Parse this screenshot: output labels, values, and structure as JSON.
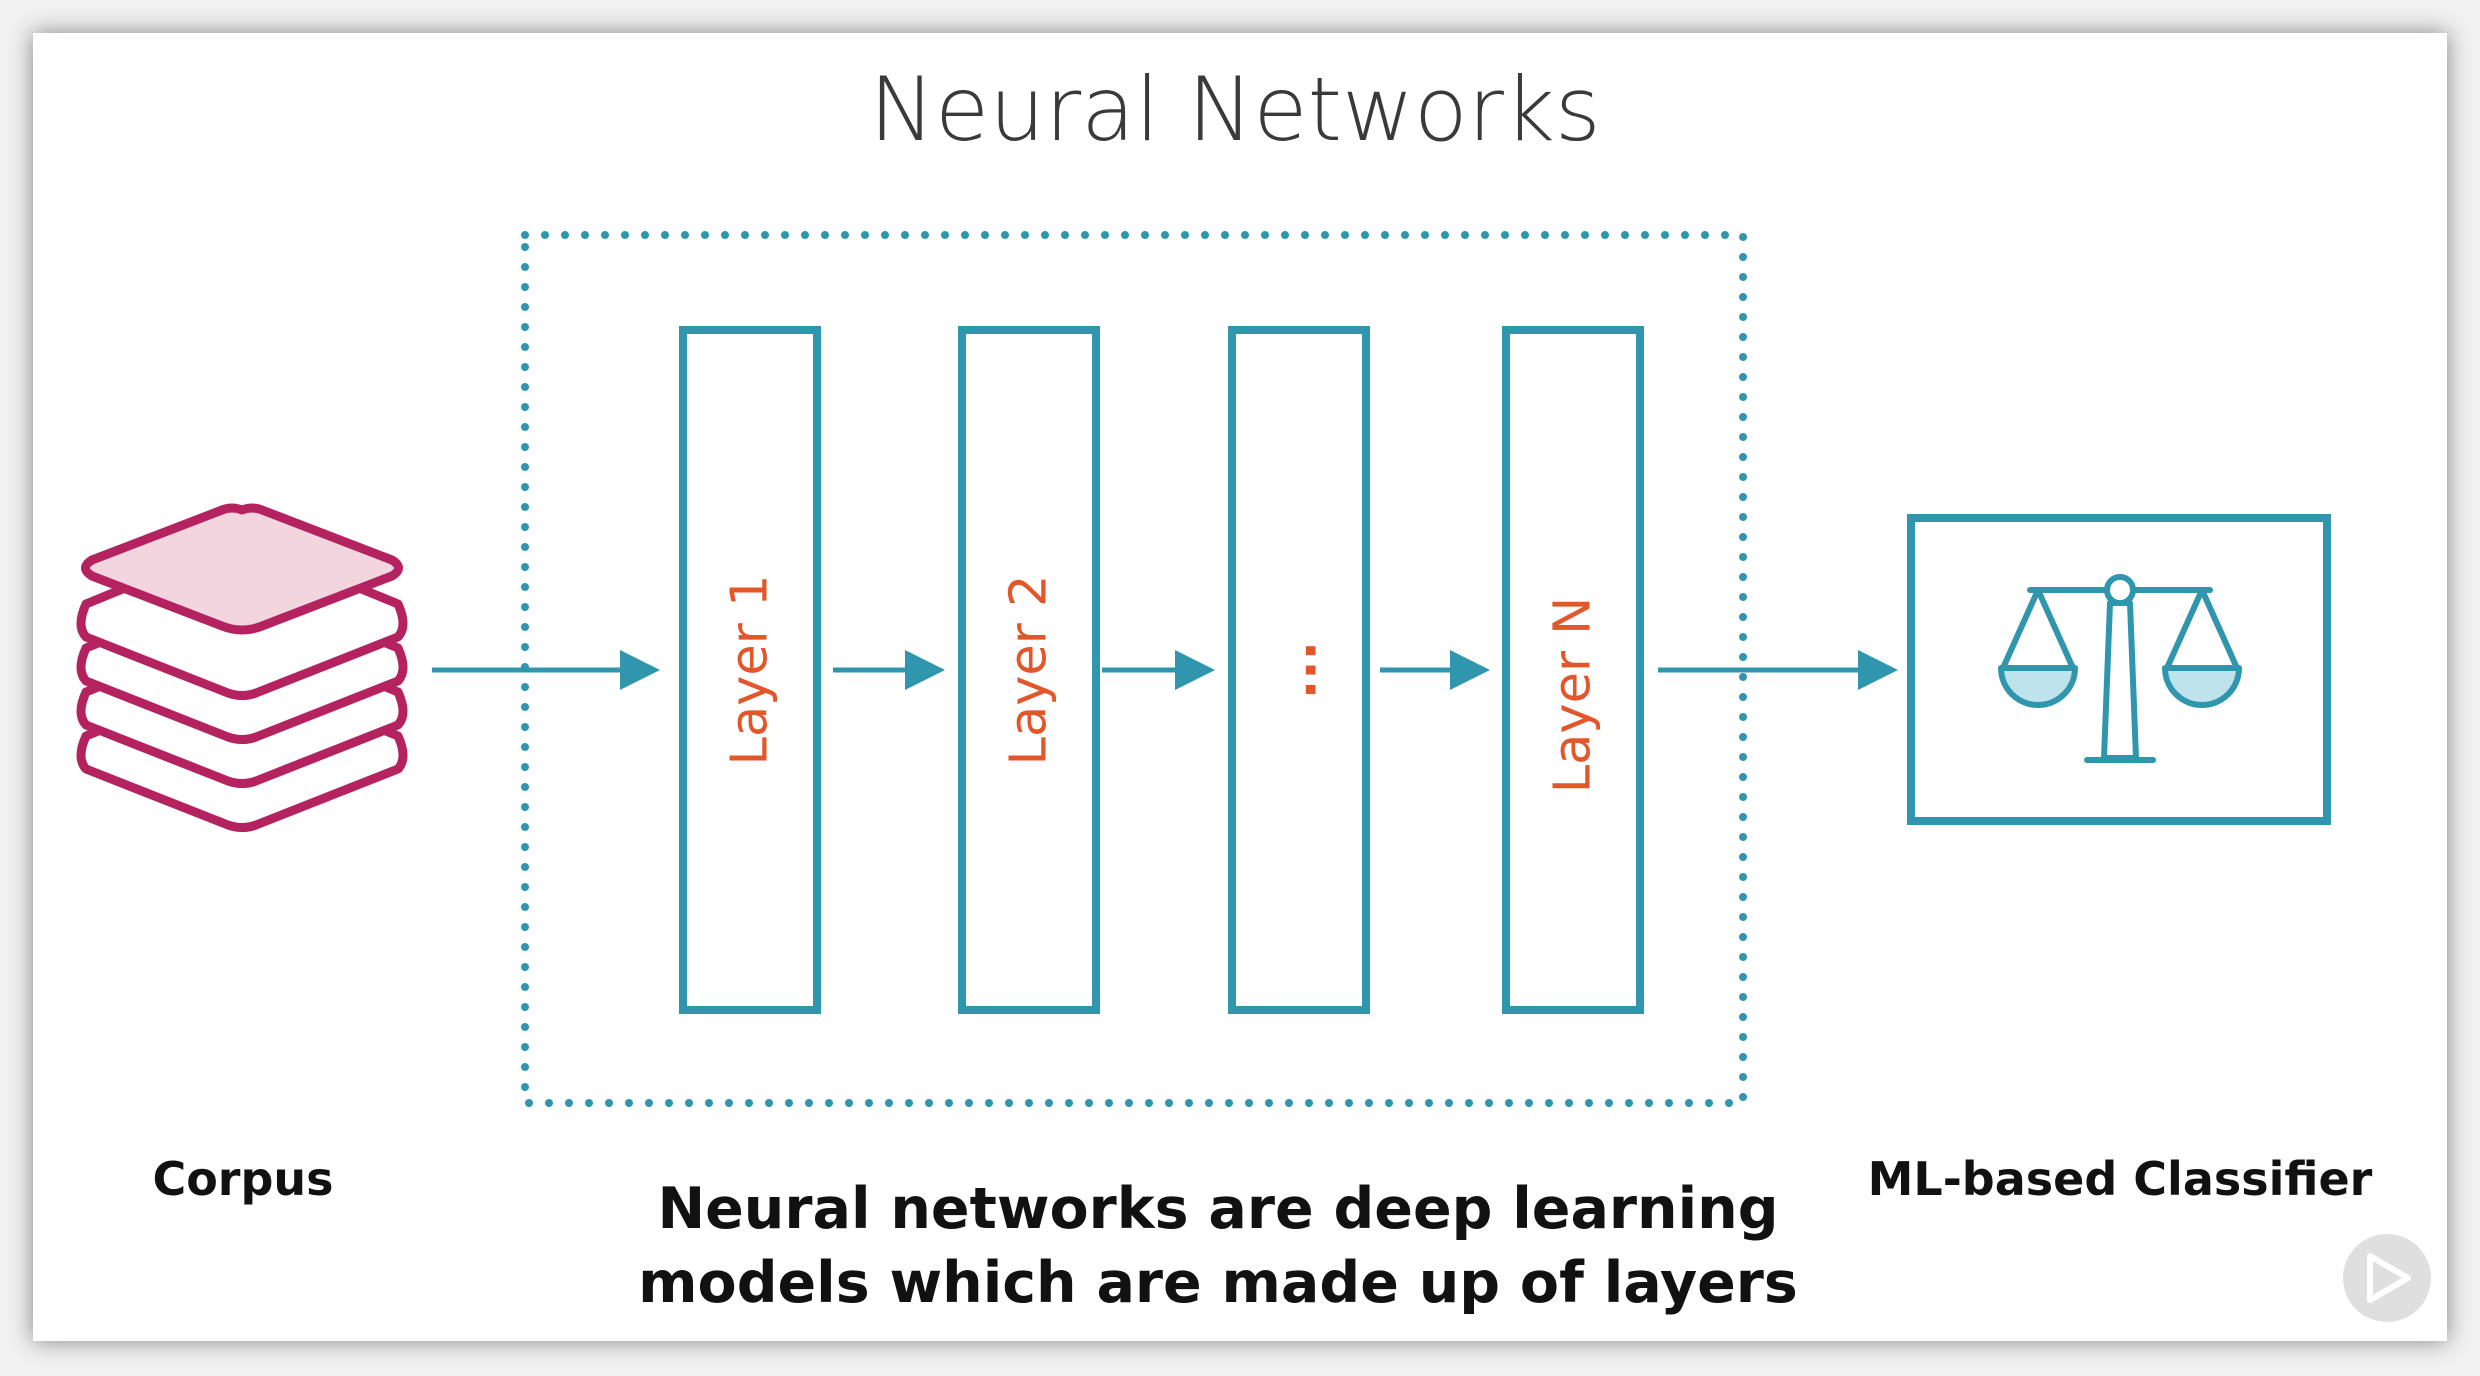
{
  "title": "Neural Networks",
  "layers": [
    {
      "label": "Layer 1"
    },
    {
      "label": "Layer 2"
    },
    {
      "label": "..."
    },
    {
      "label": "Layer N"
    }
  ],
  "input": {
    "label": "Corpus",
    "icon": "stacked-layers-icon"
  },
  "output": {
    "label": "ML-based Classifier",
    "icon": "balance-scale-icon"
  },
  "caption": {
    "line1": "Neural networks are deep learning",
    "line2": "models which are made up of layers"
  },
  "player": {
    "icon": "play-icon"
  },
  "colors": {
    "teal": "#2f96ad",
    "orange": "#e2562a",
    "magenta": "#b4235f",
    "pink_fill": "#f3d5e0",
    "light_blue": "#bfe3ec"
  }
}
